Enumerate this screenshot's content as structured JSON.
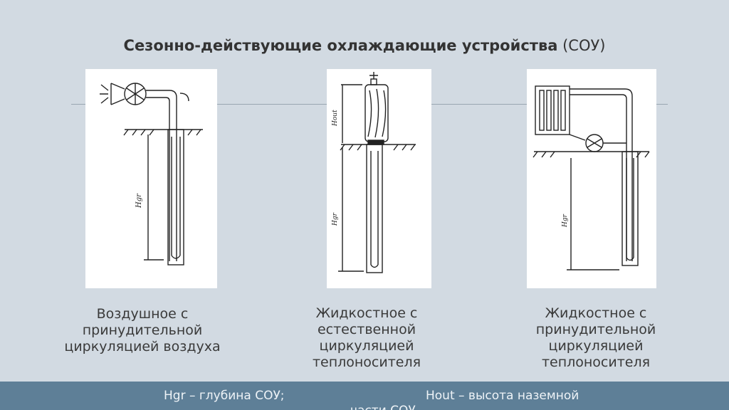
{
  "title": {
    "bold": "Сезонно-действующие охлаждающие устройства",
    "plain": "(СОУ)"
  },
  "panels": [
    {
      "label_depth": "Hgr",
      "caption": [
        "Воздушное с",
        "принудительной",
        "циркуляцией воздуха"
      ]
    },
    {
      "label_out": "Hout",
      "label_depth": "Hgr",
      "caption": [
        "Жидкостное с",
        "естественной",
        "циркуляцией",
        "теплоносителя"
      ]
    },
    {
      "label_depth": "Hgr",
      "caption": [
        "Жидкостное с",
        "принудительной",
        "циркуляцией",
        "теплоносителя"
      ]
    }
  ],
  "footer": {
    "depth_note": "Hgr – глубина СОУ;",
    "hout_note": "Hout – высота наземной",
    "hout_note_cont": "части СОУ"
  }
}
